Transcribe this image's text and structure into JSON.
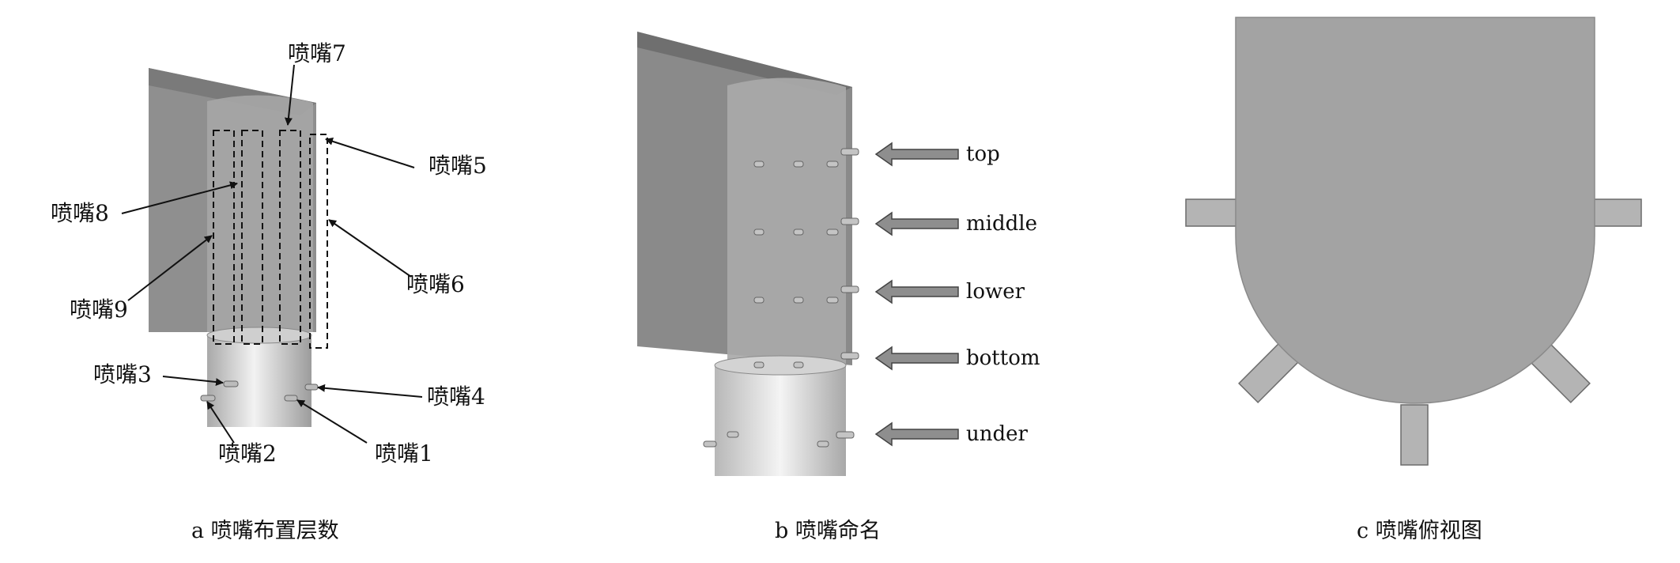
{
  "panel_a": {
    "caption": "a 喷嘴布置层数",
    "labels": {
      "n1": "喷嘴1",
      "n2": "喷嘴2",
      "n3": "喷嘴3",
      "n4": "喷嘴4",
      "n5": "喷嘴5",
      "n6": "喷嘴6",
      "n7": "喷嘴7",
      "n8": "喷嘴8",
      "n9": "喷嘴9"
    }
  },
  "panel_b": {
    "caption": "b 喷嘴命名",
    "levels": [
      "top",
      "middle",
      "lower",
      "bottom",
      "under"
    ]
  },
  "panel_c": {
    "caption": "c 喷嘴俯视图"
  },
  "colors": {
    "fin": "#9a9a9a",
    "cylinder": "#d9d9d9",
    "arrow": "#8e8e8e",
    "top_view": "#a3a3a3"
  }
}
